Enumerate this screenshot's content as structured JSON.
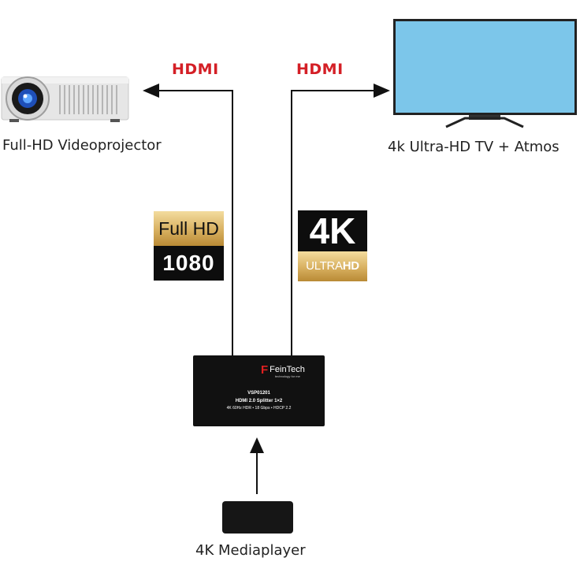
{
  "connectors": {
    "left": "HDMI",
    "right": "HDMI"
  },
  "devices": {
    "projector": "Full-HD Videoprojector",
    "tv": "4k Ultra-HD TV + Atmos",
    "mediaplayer": "4K Mediaplayer"
  },
  "badges": {
    "fullhd_top": "Full HD",
    "fullhd_bottom": "1080",
    "uhd_top": "4K",
    "uhd_bottom_a": "ULTRA",
    "uhd_bottom_b": "HD"
  },
  "splitter": {
    "brand": "FeinTech",
    "brand_mark": "F",
    "tagline": "technology for me",
    "model": "VSP01201",
    "name": "HDMI 2.0 Splitter 1×2",
    "specs": "4K 60Hz HDR • 18 Gbps • HDCP 2.2"
  },
  "colors": {
    "connector_label": "#d41f26",
    "tv_screen": "#7cc6ea",
    "line": "#111111",
    "badge_gold": "#d8b060"
  }
}
